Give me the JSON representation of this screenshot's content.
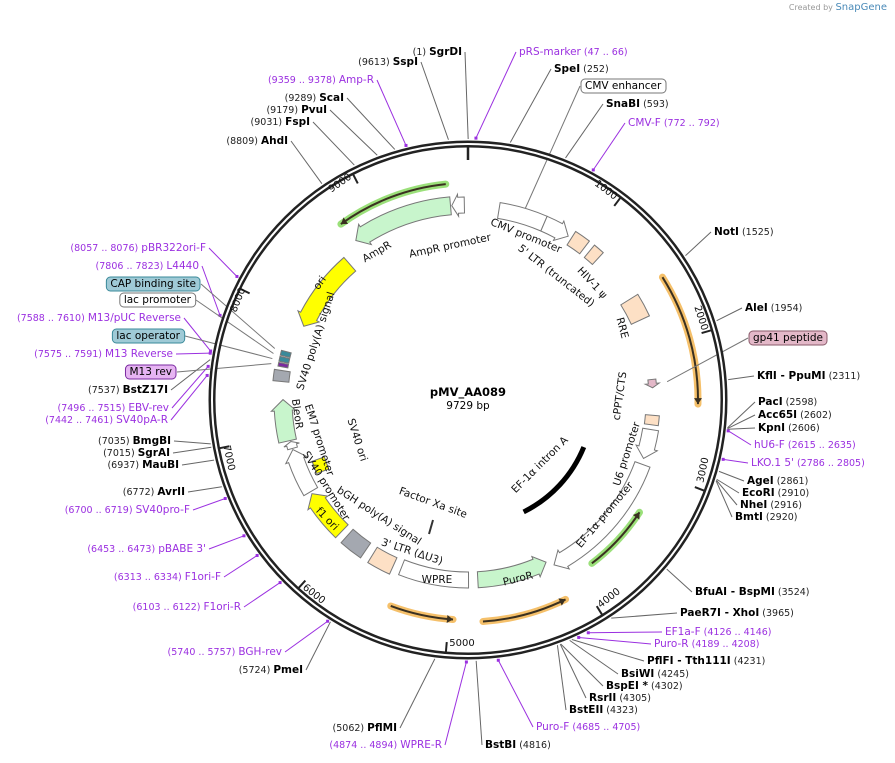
{
  "header": {
    "created_by": "Created by",
    "brand": "SnapGene"
  },
  "plasmid": {
    "name": "pMV_AA089",
    "length": "9729 bp"
  },
  "ticks": [
    "1000",
    "2000",
    "3000",
    "4000",
    "5000",
    "6000",
    "7000",
    "8000",
    "9000"
  ],
  "enzymes": [
    {
      "name": "SgrDI",
      "pos": "(1)"
    },
    {
      "name": "SspI",
      "pos": "(9613)"
    },
    {
      "name": "SpeI",
      "pos": "(252)"
    },
    {
      "name": "SnaBI",
      "pos": "(593)"
    },
    {
      "name": "NotI",
      "pos": "(1525)"
    },
    {
      "name": "AleI",
      "pos": "(1954)"
    },
    {
      "name": "KflI  - PpuMI",
      "pos": "(2311)"
    },
    {
      "name": "PacI",
      "pos": "(2598)"
    },
    {
      "name": "Acc65I",
      "pos": "(2602)"
    },
    {
      "name": "KpnI",
      "pos": "(2606)"
    },
    {
      "name": "AgeI",
      "pos": "(2861)"
    },
    {
      "name": "EcoRI",
      "pos": "(2910)"
    },
    {
      "name": "NheI",
      "pos": "(2916)"
    },
    {
      "name": "BmtI",
      "pos": "(2920)"
    },
    {
      "name": "BfuAI  - BspMI",
      "pos": "(3524)"
    },
    {
      "name": "PaeR7I  - XhoI",
      "pos": "(3965)"
    },
    {
      "name": "PflFI  - Tth111I",
      "pos": "(4231)"
    },
    {
      "name": "BsiWI",
      "pos": "(4245)"
    },
    {
      "name": "BspEI *",
      "pos": "(4302)"
    },
    {
      "name": "RsrII",
      "pos": "(4305)"
    },
    {
      "name": "BstEII",
      "pos": "(4323)"
    },
    {
      "name": "BstBI",
      "pos": "(4816)"
    },
    {
      "name": "PflMI",
      "pos": "(5062)"
    },
    {
      "name": "PmeI",
      "pos": "(5724)"
    },
    {
      "name": "AvrII",
      "pos": "(6772)"
    },
    {
      "name": "MauBI",
      "pos": "(6937)"
    },
    {
      "name": "SgrAI",
      "pos": "(7015)"
    },
    {
      "name": "BmgBI",
      "pos": "(7035)"
    },
    {
      "name": "BstZ17I",
      "pos": "(7537)"
    },
    {
      "name": "AhdI",
      "pos": "(8809)"
    },
    {
      "name": "FspI",
      "pos": "(9031)"
    },
    {
      "name": "PvuI",
      "pos": "(9179)"
    },
    {
      "name": "ScaI",
      "pos": "(9289)"
    }
  ],
  "primers": [
    {
      "name": "pRS-marker",
      "range": "(47 .. 66)"
    },
    {
      "name": "CMV-F",
      "range": "(772 .. 792)"
    },
    {
      "name": "hU6-F",
      "range": "(2615 .. 2635)"
    },
    {
      "name": "LKO.1 5'",
      "range": "(2786 .. 2805)"
    },
    {
      "name": "EF1a-F",
      "range": "(4126 .. 4146)"
    },
    {
      "name": "Puro-R",
      "range": "(4189 .. 4208)"
    },
    {
      "name": "Puro-F",
      "range": "(4685 .. 4705)"
    },
    {
      "name": "WPRE-R",
      "range": "(4874 .. 4894)"
    },
    {
      "name": "BGH-rev",
      "range": "(5740 .. 5757)"
    },
    {
      "name": "F1ori-R",
      "range": "(6103 .. 6122)"
    },
    {
      "name": "F1ori-F",
      "range": "(6313 .. 6334)"
    },
    {
      "name": "pBABE 3'",
      "range": "(6453 .. 6473)"
    },
    {
      "name": "SV40pro-F",
      "range": "(6700 .. 6719)"
    },
    {
      "name": "SV40pA-R",
      "range": "(7442 .. 7461)"
    },
    {
      "name": "EBV-rev",
      "range": "(7496 .. 7515)"
    },
    {
      "name": "M13 Reverse",
      "range": "(7575 .. 7591)"
    },
    {
      "name": "M13/pUC Reverse",
      "range": "(7588 .. 7610)"
    },
    {
      "name": "L4440",
      "range": "(7806 .. 7823)"
    },
    {
      "name": "pBR322ori-F",
      "range": "(8057 .. 8076)"
    },
    {
      "name": "Amp-R",
      "range": "(9359 .. 9378)"
    }
  ],
  "callouts": [
    {
      "name": "CMV enhancer",
      "style": "plain"
    },
    {
      "name": "gp41 peptide",
      "style": "pink"
    },
    {
      "name": "M13 rev",
      "style": "violet"
    },
    {
      "name": "lac operator",
      "style": "teal"
    },
    {
      "name": "lac promoter",
      "style": "plain"
    },
    {
      "name": "CAP binding site",
      "style": "teal"
    }
  ],
  "features": [
    "CMV promoter",
    "5' LTR (truncated)",
    "HIV-1 ψ",
    "RRE",
    "cPPT/CTS",
    "U6 promoter",
    "EF-1α promoter",
    "EF-1α intron A",
    "PuroR",
    "WPRE",
    "3' LTR (ΔU3)",
    "bGH poly(A) signal",
    "Factor Xa site",
    "f1 ori",
    "SV40 promoter",
    "EM7 promoter",
    "BleoR",
    "SV40 ori",
    "SV40 poly(A) signal",
    "ori",
    "AmpR",
    "AmpR promoter"
  ],
  "colors": {
    "primer": "#9b30e0",
    "backbone": "#222222",
    "promoter": "#ffffff",
    "ltr": "#fde0c5",
    "marker": "#c8f5cc",
    "origin": "#ffff00",
    "polyA": "#a4a8b0",
    "orf_highlight": "#f5c06a",
    "orf_green": "#9be07a",
    "teal": "#9fcad6",
    "violet": "#e6b4f2",
    "pink": "#e3b8c8"
  }
}
